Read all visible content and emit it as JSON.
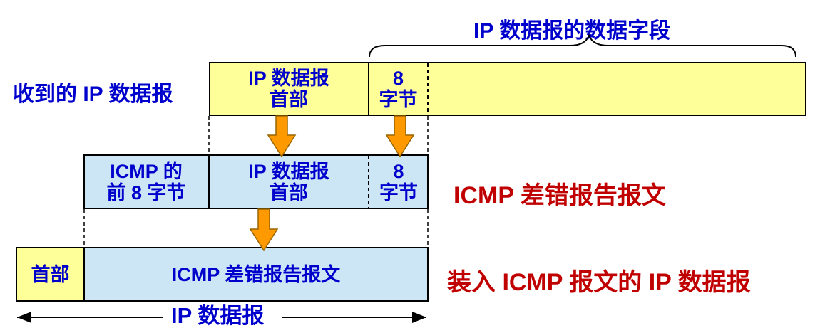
{
  "labels": {
    "data_field": "IP 数据报的数据字段",
    "received": "收到的 IP 数据报",
    "icmp_error": "ICMP 差错报告报文",
    "encapsulated": "装入 ICMP 报文的 IP 数据报",
    "ip_datagram": "IP 数据报"
  },
  "row1": {
    "header_line1": "IP 数据报",
    "header_line2": "首部",
    "bytes_line1": "8",
    "bytes_line2": "字节"
  },
  "row2": {
    "icmp_line1": "ICMP 的",
    "icmp_line2": "前 8 字节",
    "header_line1": "IP 数据报",
    "header_line2": "首部",
    "bytes_line1": "8",
    "bytes_line2": "字节"
  },
  "row3": {
    "header": "首部",
    "body": "ICMP 差错报告报文"
  },
  "colors": {
    "yellow_fill": "#ffff99",
    "blue_fill": "#cce6f5",
    "arrow_fill": "#ff9900",
    "label_blue": "#0000cc",
    "label_red": "#c00000"
  }
}
